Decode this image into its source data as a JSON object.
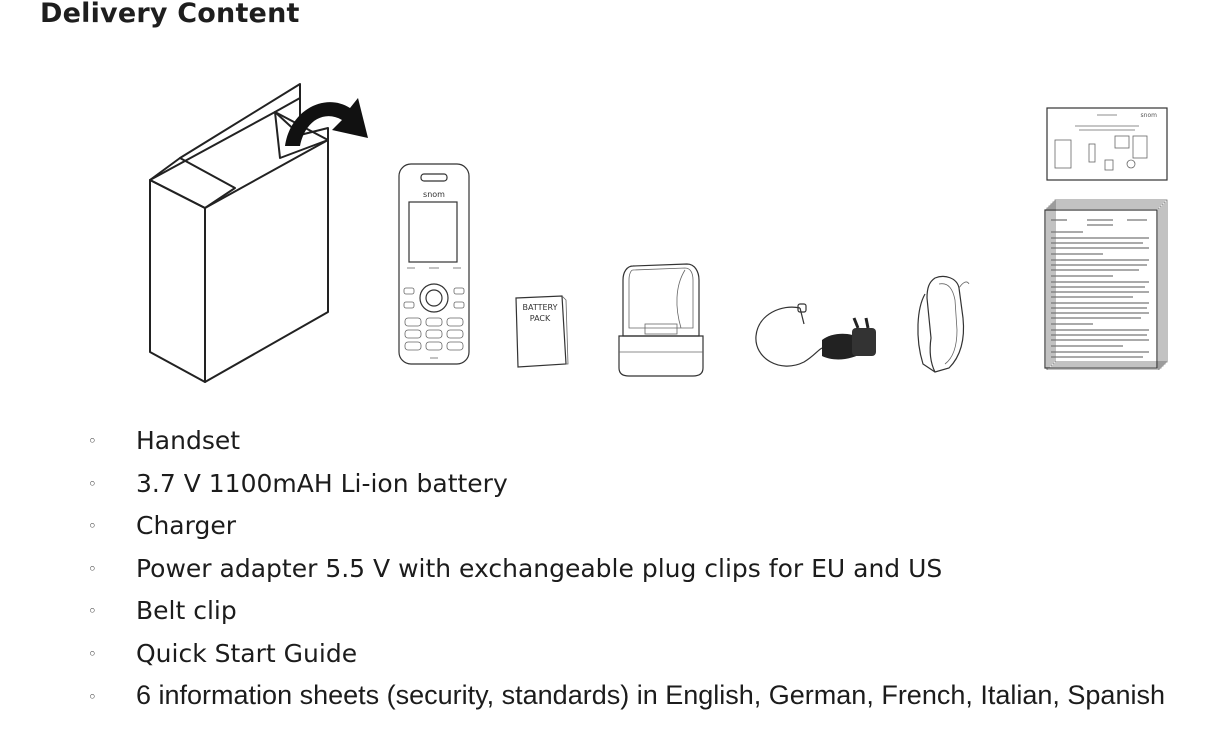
{
  "title": "Delivery Content",
  "illustrations": {
    "battery_label_line1": "BATTERY",
    "battery_label_line2": "PACK",
    "handset_brand": "snom",
    "guide_brand": "snom"
  },
  "items": [
    {
      "bullet": "◦",
      "text": "Handset"
    },
    {
      "bullet": "◦",
      "text": "3.7 V 1100mAH Li-ion battery"
    },
    {
      "bullet": "◦",
      "text": "Charger"
    },
    {
      "bullet": "◦",
      "text": "Power adapter 5.5 V with exchangeable plug clips for EU and US"
    },
    {
      "bullet": "◦",
      "text": "Belt clip"
    },
    {
      "bullet": "◦",
      "text": "Quick Start Guide"
    },
    {
      "bullet": "◦",
      "text": "6 information sheets (security, standards) in English, German, French, Italian, Spanish"
    }
  ]
}
